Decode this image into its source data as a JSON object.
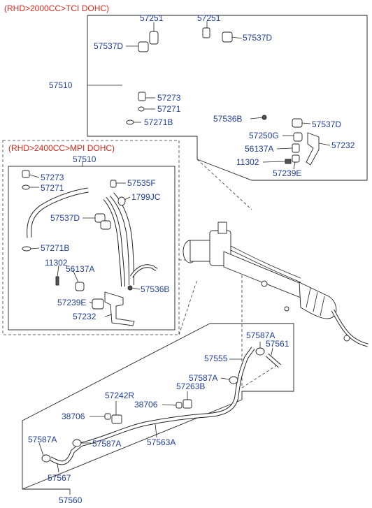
{
  "headers": {
    "tci": "(RHD>2000CC>TCI DOHC)",
    "mpi": "(RHD>2400CC>MPI DOHC)"
  },
  "labels": {
    "tci": {
      "p57251a": "57251",
      "p57251b": "57251",
      "p57537d_left": "57537D",
      "p57537d_right": "57537D",
      "p57510": "57510",
      "p57273": "57273",
      "p57271": "57271",
      "p57271b": "57271B",
      "p57536b": "57536B",
      "p57537d_lower": "57537D",
      "p57250g": "57250G",
      "p56137a": "56137A",
      "p57232": "57232",
      "p11302": "11302",
      "p57239e": "57239E"
    },
    "mpi": {
      "p57510": "57510",
      "p57273": "57273",
      "p57271": "57271",
      "p57535f": "57535F",
      "p1799jc": "1799JC",
      "p57537d": "57537D",
      "p57271b": "57271B",
      "p11302": "11302",
      "p56137a": "56137A",
      "p57536b": "57536B",
      "p57239e": "57239E",
      "p57232": "57232"
    },
    "bottom": {
      "p57587a_top": "57587A",
      "p57561": "57561",
      "p57555": "57555",
      "p57587a_mid": "57587A",
      "p57263b": "57263B",
      "p57242r": "57242R",
      "p38706_right": "38706",
      "p38706_left": "38706",
      "p57587a_left": "57587A",
      "p57587a_left2": "57587A",
      "p57563a": "57563A",
      "p57567": "57567",
      "p57560": "57560"
    }
  }
}
